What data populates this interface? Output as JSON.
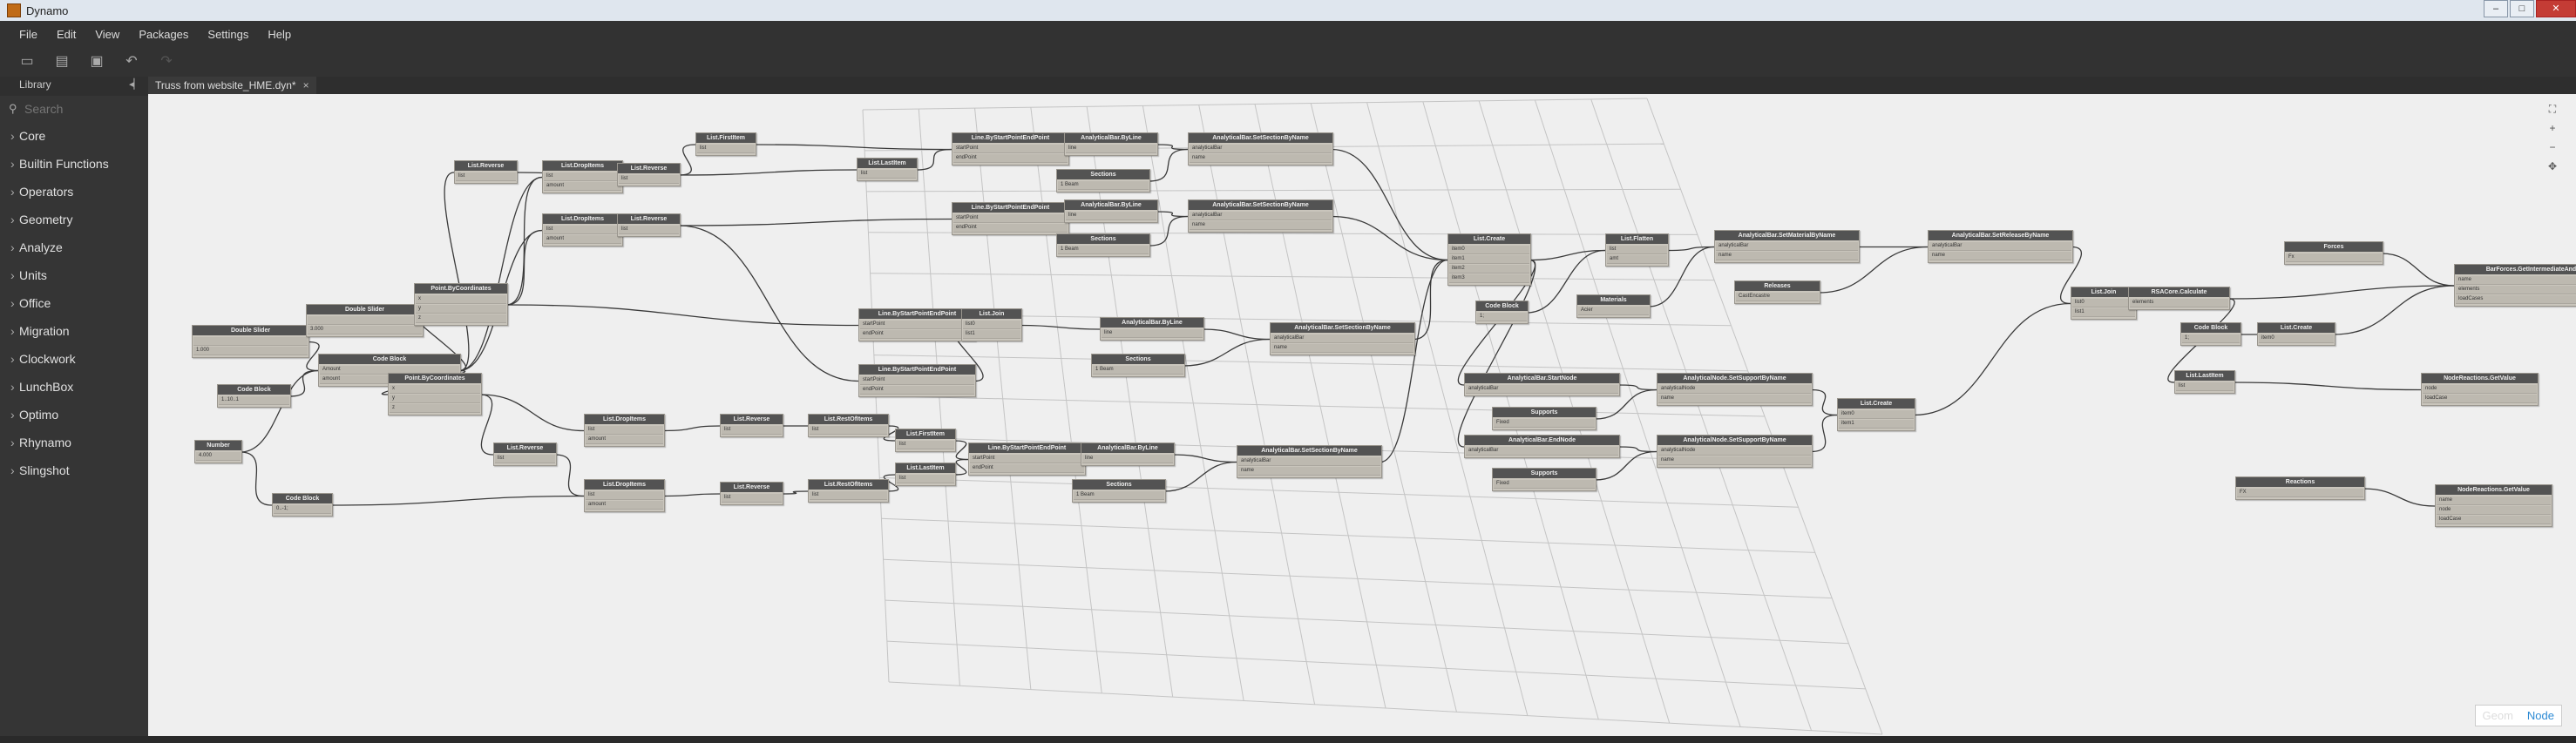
{
  "window": {
    "title": "Dynamo"
  },
  "menu": [
    "File",
    "Edit",
    "View",
    "Packages",
    "Settings",
    "Help"
  ],
  "toolbar": {
    "icons": [
      "new-file-icon",
      "open-file-icon",
      "save-icon",
      "undo-icon",
      "redo-icon"
    ],
    "camera_icon": "camera-icon"
  },
  "library": {
    "title": "Library",
    "search_placeholder": "Search",
    "items": [
      "Core",
      "Builtin Functions",
      "Operators",
      "Geometry",
      "Analyze",
      "Units",
      "Office",
      "Migration",
      "Clockwork",
      "LunchBox",
      "Optimo",
      "Rhynamo",
      "Slingshot"
    ]
  },
  "tab": {
    "label": "Truss from website_HME.dyn*",
    "close": "×"
  },
  "view_toggle": {
    "geom": "Geom",
    "node": "Node"
  },
  "zoom": {
    "fit": "⛶",
    "plus": "+",
    "minus": "−",
    "pan": "✥"
  },
  "nodes": [
    {
      "id": "n1",
      "title": "Double Slider",
      "rows": [
        "",
        "1.000"
      ]
    },
    {
      "id": "n2",
      "title": "Code Block",
      "rows": [
        "1..10..1"
      ]
    },
    {
      "id": "n3",
      "title": "Number",
      "rows": [
        "4.000"
      ]
    },
    {
      "id": "n4",
      "title": "Double Slider",
      "rows": [
        "",
        "3.000"
      ]
    },
    {
      "id": "n5",
      "title": "Code Block",
      "rows": [
        "Amount",
        "amount"
      ]
    },
    {
      "id": "n6",
      "title": "Code Block",
      "rows": [
        "0..-1;"
      ]
    },
    {
      "id": "n7",
      "title": "Point.ByCoordinates",
      "rows": [
        "x",
        "y",
        "z"
      ]
    },
    {
      "id": "n8",
      "title": "Point.ByCoordinates",
      "rows": [
        "x",
        "y",
        "z"
      ]
    },
    {
      "id": "n9",
      "title": "List.Reverse",
      "rows": [
        "list"
      ]
    },
    {
      "id": "n10",
      "title": "List.DropItems",
      "rows": [
        "list",
        "amount"
      ]
    },
    {
      "id": "n11",
      "title": "List.DropItems",
      "rows": [
        "list",
        "amount"
      ]
    },
    {
      "id": "n12",
      "title": "List.Reverse",
      "rows": [
        "list"
      ]
    },
    {
      "id": "n13",
      "title": "List.Reverse",
      "rows": [
        "list"
      ]
    },
    {
      "id": "n14",
      "title": "List.FirstItem",
      "rows": [
        "list"
      ]
    },
    {
      "id": "n15",
      "title": "List.LastItem",
      "rows": [
        "list"
      ]
    },
    {
      "id": "n16",
      "title": "Line.ByStartPointEndPoint",
      "rows": [
        "startPoint",
        "endPoint"
      ]
    },
    {
      "id": "n17",
      "title": "Line.ByStartPointEndPoint",
      "rows": [
        "startPoint",
        "endPoint"
      ]
    },
    {
      "id": "n18",
      "title": "AnalyticalBar.ByLine",
      "rows": [
        "line"
      ]
    },
    {
      "id": "n19",
      "title": "AnalyticalBar.ByLine",
      "rows": [
        "line"
      ]
    },
    {
      "id": "n20",
      "title": "Sections",
      "rows": [
        "1 Beam"
      ]
    },
    {
      "id": "n21",
      "title": "Sections",
      "rows": [
        "1 Beam"
      ]
    },
    {
      "id": "n22",
      "title": "AnalyticalBar.SetSectionByName",
      "rows": [
        "analyticalBar",
        "name"
      ]
    },
    {
      "id": "n23",
      "title": "AnalyticalBar.SetSectionByName",
      "rows": [
        "analyticalBar",
        "name"
      ]
    },
    {
      "id": "n24",
      "title": "Line.ByStartPointEndPoint",
      "rows": [
        "startPoint",
        "endPoint"
      ]
    },
    {
      "id": "n25",
      "title": "Line.ByStartPointEndPoint",
      "rows": [
        "startPoint",
        "endPoint"
      ]
    },
    {
      "id": "n26",
      "title": "List.Join",
      "rows": [
        "list0",
        "list1"
      ]
    },
    {
      "id": "n27",
      "title": "AnalyticalBar.ByLine",
      "rows": [
        "line"
      ]
    },
    {
      "id": "n28",
      "title": "Sections",
      "rows": [
        "1 Beam"
      ]
    },
    {
      "id": "n29",
      "title": "AnalyticalBar.SetSectionByName",
      "rows": [
        "analyticalBar",
        "name"
      ]
    },
    {
      "id": "n30",
      "title": "List.DropItems",
      "rows": [
        "list",
        "amount"
      ]
    },
    {
      "id": "n31",
      "title": "List.Reverse",
      "rows": [
        "list"
      ]
    },
    {
      "id": "n32",
      "title": "List.RestOfItems",
      "rows": [
        "list"
      ]
    },
    {
      "id": "n33",
      "title": "List.Reverse",
      "rows": [
        "list"
      ]
    },
    {
      "id": "n34",
      "title": "List.DropItems",
      "rows": [
        "list",
        "amount"
      ]
    },
    {
      "id": "n35",
      "title": "List.Reverse",
      "rows": [
        "list"
      ]
    },
    {
      "id": "n36",
      "title": "List.RestOfItems",
      "rows": [
        "list"
      ]
    },
    {
      "id": "n37",
      "title": "List.FirstItem",
      "rows": [
        "list"
      ]
    },
    {
      "id": "n38",
      "title": "List.LastItem",
      "rows": [
        "list"
      ]
    },
    {
      "id": "n39",
      "title": "Line.ByStartPointEndPoint",
      "rows": [
        "startPoint",
        "endPoint"
      ]
    },
    {
      "id": "n40",
      "title": "AnalyticalBar.ByLine",
      "rows": [
        "line"
      ]
    },
    {
      "id": "n41",
      "title": "Sections",
      "rows": [
        "1 Beam"
      ]
    },
    {
      "id": "n42",
      "title": "AnalyticalBar.SetSectionByName",
      "rows": [
        "analyticalBar",
        "name"
      ]
    },
    {
      "id": "n43",
      "title": "List.Create",
      "rows": [
        "item0",
        "item1",
        "item2",
        "item3"
      ]
    },
    {
      "id": "n44",
      "title": "Code Block",
      "rows": [
        "1;"
      ]
    },
    {
      "id": "n45",
      "title": "List.Flatten",
      "rows": [
        "list",
        "amt"
      ]
    },
    {
      "id": "n46",
      "title": "Materials",
      "rows": [
        "Acier"
      ]
    },
    {
      "id": "n47",
      "title": "AnalyticalBar.SetMaterialByName",
      "rows": [
        "analyticalBar",
        "name"
      ]
    },
    {
      "id": "n48",
      "title": "Releases",
      "rows": [
        "CastEncastre"
      ]
    },
    {
      "id": "n49",
      "title": "AnalyticalBar.SetReleaseByName",
      "rows": [
        "analyticalBar",
        "name"
      ]
    },
    {
      "id": "n50",
      "title": "List.Join",
      "rows": [
        "list0",
        "list1"
      ]
    },
    {
      "id": "n51",
      "title": "RSACore.Calculate",
      "rows": [
        "elements"
      ]
    },
    {
      "id": "n52",
      "title": "Forces",
      "rows": [
        "Fx"
      ]
    },
    {
      "id": "n53",
      "title": "BarForces.GetIntermediateAndPositionsByLoads",
      "rows": [
        "name",
        "elements",
        "loadCases"
      ]
    },
    {
      "id": "n54",
      "title": "Code Block",
      "rows": [
        "1;"
      ]
    },
    {
      "id": "n55",
      "title": "List.Create",
      "rows": [
        "item0"
      ]
    },
    {
      "id": "n56",
      "title": "List.LastItem",
      "rows": [
        "list"
      ]
    },
    {
      "id": "n57",
      "title": "NodeReactions.GetValue",
      "rows": [
        "node",
        "loadCase"
      ]
    },
    {
      "id": "n58",
      "title": "Reactions",
      "rows": [
        "FX"
      ]
    },
    {
      "id": "n59",
      "title": "NodeReactions.GetValue",
      "rows": [
        "name",
        "node",
        "loadCase"
      ]
    },
    {
      "id": "n60",
      "title": "AnalyticalBar.StartNode",
      "rows": [
        "analyticalBar"
      ]
    },
    {
      "id": "n61",
      "title": "Supports",
      "rows": [
        "Fixed"
      ]
    },
    {
      "id": "n62",
      "title": "AnalyticalNode.SetSupportByName",
      "rows": [
        "analyticalNode",
        "name"
      ]
    },
    {
      "id": "n63",
      "title": "AnalyticalBar.EndNode",
      "rows": [
        "analyticalBar"
      ]
    },
    {
      "id": "n64",
      "title": "Supports",
      "rows": [
        "Fixed"
      ]
    },
    {
      "id": "n65",
      "title": "AnalyticalNode.SetSupportByName",
      "rows": [
        "analyticalNode",
        "name"
      ]
    },
    {
      "id": "n66",
      "title": "List.Create",
      "rows": [
        "item0",
        "item1"
      ]
    }
  ]
}
